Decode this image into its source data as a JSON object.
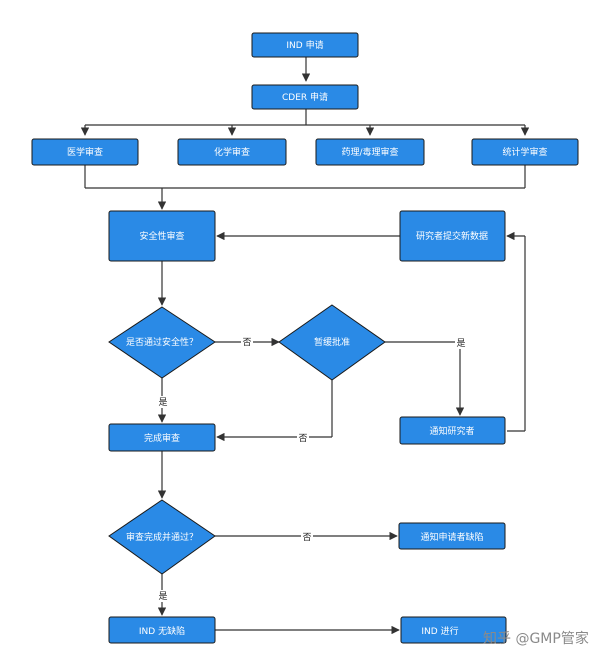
{
  "diagram": {
    "nodes": {
      "ind_apply": "IND 申请",
      "cder_apply": "CDER 申请",
      "med_review": "医学审查",
      "chem_review": "化学审查",
      "pharm_review": "药理/毒理审查",
      "stat_review": "统计学审查",
      "safety_review": "安全性审查",
      "submit_data": "研究者提交新数据",
      "safe_check": "是否通过安全性？",
      "hold": "暂缓批准",
      "review_done": "完成审查",
      "notify_researcher": "通知研究者",
      "pass_check": "审查完成并通过？",
      "notify_defect": "通知申请者缺陷",
      "no_defect": "IND 无缺陷",
      "ind_proceed": "IND 进行"
    },
    "edge_labels": {
      "safe_no": "否",
      "safe_yes": "是",
      "hold_yes": "是",
      "hold_no": "否",
      "pass_no": "否",
      "pass_yes": "是"
    },
    "colors": {
      "node_fill": "#2a8ae6",
      "node_stroke": "#1a1a1a",
      "line": "#333333"
    }
  },
  "watermark": "知乎 @GMP管家"
}
